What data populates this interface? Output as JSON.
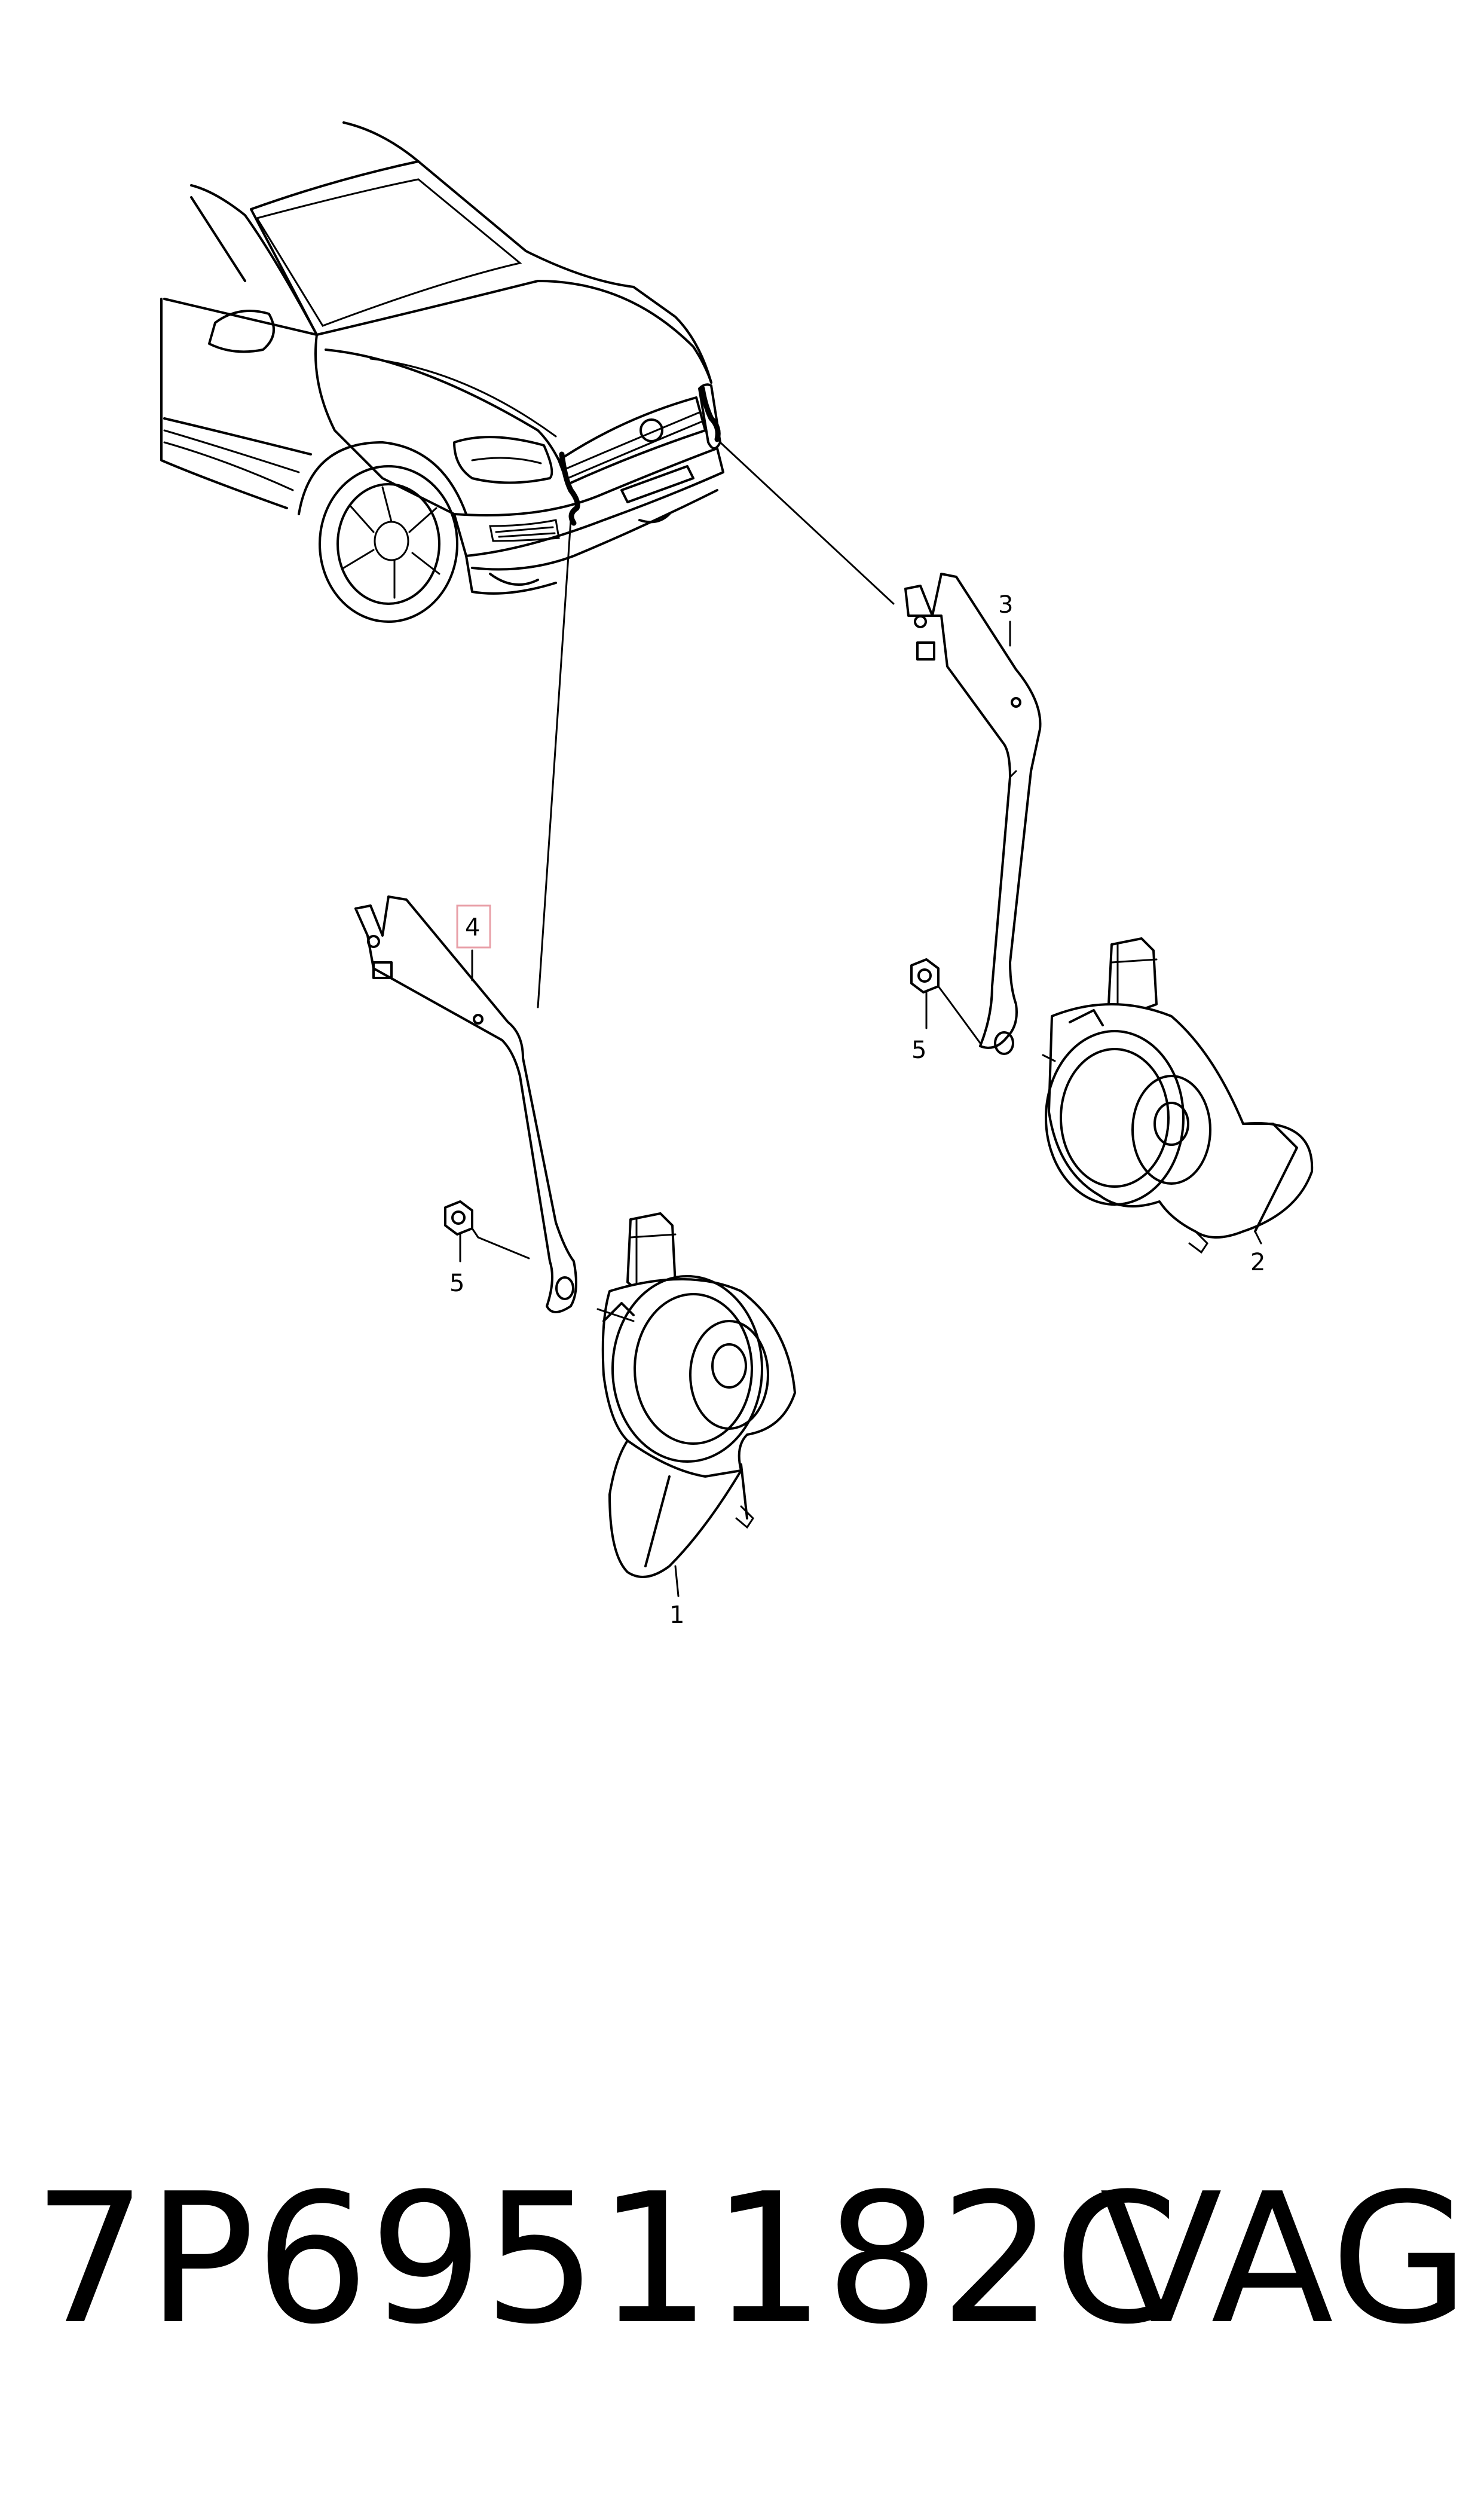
{
  "callouts": {
    "c1": "1",
    "c2": "2",
    "c3": "3",
    "c4": "4",
    "c5a": "5",
    "c5b": "5"
  },
  "highlight_color": "#e8a0a8",
  "footer": {
    "part_number": "7P6951182C",
    "brand": "VAG"
  }
}
